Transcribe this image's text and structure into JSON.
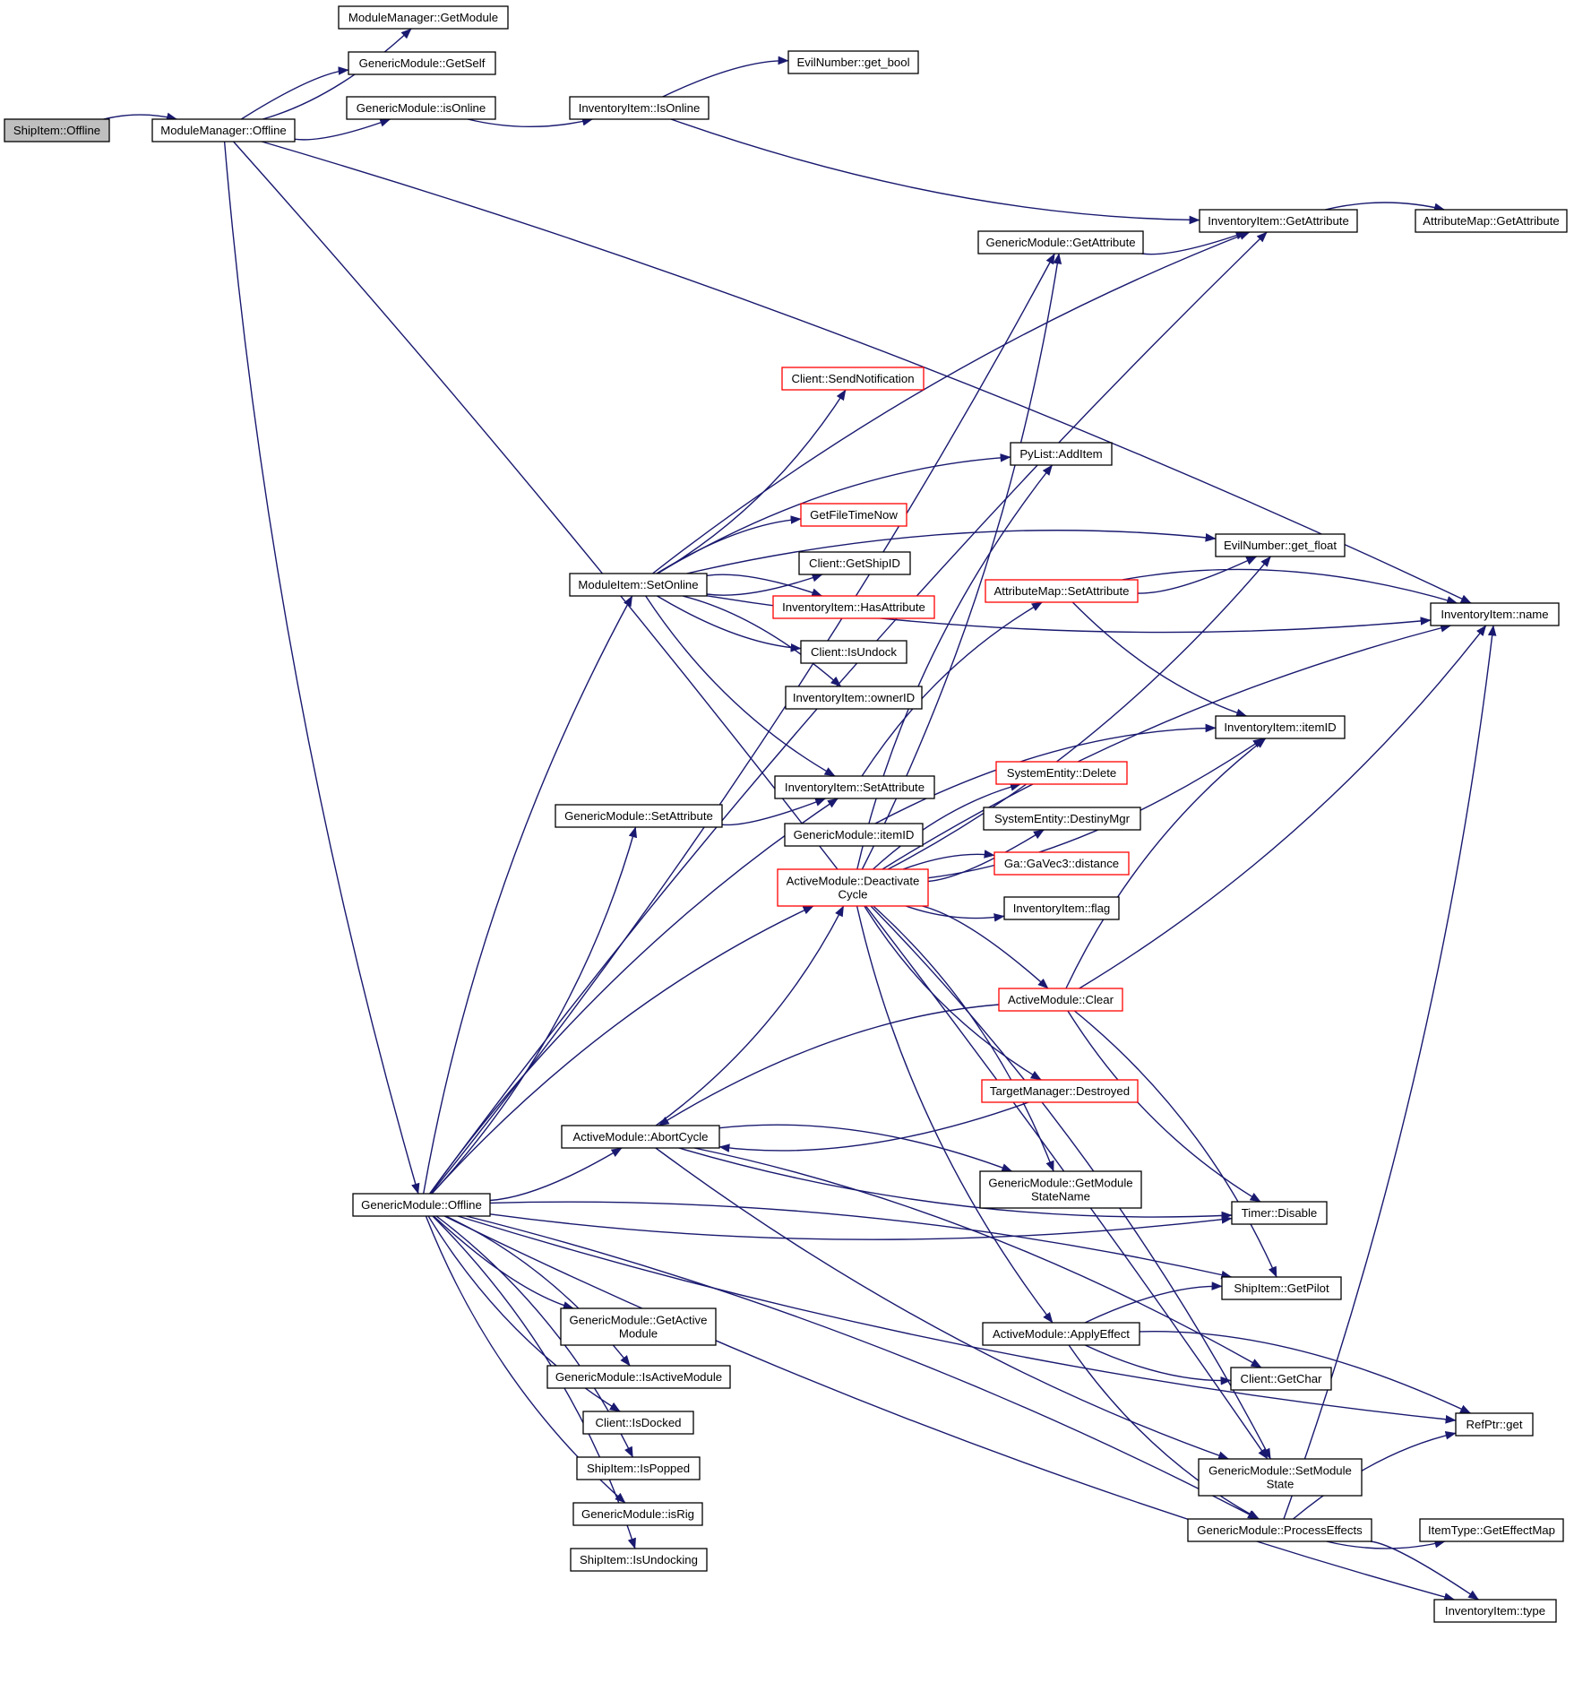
{
  "diagram": {
    "type": "call-graph",
    "colors": {
      "edge": "#191970",
      "node_border": "#000000",
      "node_highlight_border": "#ff0000",
      "root_fill": "#bfbfbf",
      "background": "#ffffff"
    },
    "nodes": [
      {
        "id": "shipitem_offline",
        "lines": [
          "ShipItem::Offline"
        ],
        "style": "root"
      },
      {
        "id": "modulemanager_offline",
        "lines": [
          "ModuleManager::Offline"
        ],
        "style": "normal"
      },
      {
        "id": "modulemanager_getmodule",
        "lines": [
          "ModuleManager::GetModule"
        ],
        "style": "normal"
      },
      {
        "id": "genericmodule_getself",
        "lines": [
          "GenericModule::GetSelf"
        ],
        "style": "normal"
      },
      {
        "id": "genericmodule_isonline",
        "lines": [
          "GenericModule::isOnline"
        ],
        "style": "normal"
      },
      {
        "id": "inventoryitem_isonline",
        "lines": [
          "InventoryItem::IsOnline"
        ],
        "style": "normal"
      },
      {
        "id": "evilnumber_get_bool",
        "lines": [
          "EvilNumber::get_bool"
        ],
        "style": "normal"
      },
      {
        "id": "inventoryitem_getattribute",
        "lines": [
          "InventoryItem::GetAttribute"
        ],
        "style": "normal"
      },
      {
        "id": "attributemap_getattribute",
        "lines": [
          "AttributeMap::GetAttribute"
        ],
        "style": "normal"
      },
      {
        "id": "genericmodule_getattribute",
        "lines": [
          "GenericModule::GetAttribute"
        ],
        "style": "normal"
      },
      {
        "id": "client_sendnotification",
        "lines": [
          "Client::SendNotification"
        ],
        "style": "red"
      },
      {
        "id": "pylist_additem",
        "lines": [
          "PyList::AddItem"
        ],
        "style": "normal"
      },
      {
        "id": "getfiletimenow",
        "lines": [
          "GetFileTimeNow"
        ],
        "style": "red"
      },
      {
        "id": "evilnumber_get_float",
        "lines": [
          "EvilNumber::get_float"
        ],
        "style": "normal"
      },
      {
        "id": "client_getshipid",
        "lines": [
          "Client::GetShipID"
        ],
        "style": "normal"
      },
      {
        "id": "moduleitem_setonline",
        "lines": [
          "ModuleItem::SetOnline"
        ],
        "style": "normal"
      },
      {
        "id": "attributemap_setattribute",
        "lines": [
          "AttributeMap::SetAttribute"
        ],
        "style": "red"
      },
      {
        "id": "inventoryitem_hasattribute",
        "lines": [
          "InventoryItem::HasAttribute"
        ],
        "style": "red"
      },
      {
        "id": "inventoryitem_name",
        "lines": [
          "InventoryItem::name"
        ],
        "style": "normal"
      },
      {
        "id": "client_isundock",
        "lines": [
          "Client::IsUndock"
        ],
        "style": "normal"
      },
      {
        "id": "inventoryitem_ownerid",
        "lines": [
          "InventoryItem::ownerID"
        ],
        "style": "normal"
      },
      {
        "id": "inventoryitem_itemid",
        "lines": [
          "InventoryItem::itemID"
        ],
        "style": "normal"
      },
      {
        "id": "systementity_delete",
        "lines": [
          "SystemEntity::Delete"
        ],
        "style": "red"
      },
      {
        "id": "inventoryitem_setattribute",
        "lines": [
          "InventoryItem::SetAttribute"
        ],
        "style": "normal"
      },
      {
        "id": "genericmodule_setattribute",
        "lines": [
          "GenericModule::SetAttribute"
        ],
        "style": "normal"
      },
      {
        "id": "systementity_destinymgr",
        "lines": [
          "SystemEntity::DestinyMgr"
        ],
        "style": "normal"
      },
      {
        "id": "genericmodule_itemid",
        "lines": [
          "GenericModule::itemID"
        ],
        "style": "normal"
      },
      {
        "id": "gavec3_distance",
        "lines": [
          "Ga::GaVec3::distance"
        ],
        "style": "red"
      },
      {
        "id": "activemodule_deactivatecycle",
        "lines": [
          "ActiveModule::Deactivate",
          "Cycle"
        ],
        "style": "red"
      },
      {
        "id": "inventoryitem_flag",
        "lines": [
          "InventoryItem::flag"
        ],
        "style": "normal"
      },
      {
        "id": "activemodule_clear",
        "lines": [
          "ActiveModule::Clear"
        ],
        "style": "red"
      },
      {
        "id": "targetmanager_destroyed",
        "lines": [
          "TargetManager::Destroyed"
        ],
        "style": "red"
      },
      {
        "id": "activemodule_abortcycle",
        "lines": [
          "ActiveModule::AbortCycle"
        ],
        "style": "normal"
      },
      {
        "id": "genericmodule_getmodulestatename",
        "lines": [
          "GenericModule::GetModule",
          "StateName"
        ],
        "style": "normal"
      },
      {
        "id": "genericmodule_offline",
        "lines": [
          "GenericModule::Offline"
        ],
        "style": "normal"
      },
      {
        "id": "timer_disable",
        "lines": [
          "Timer::Disable"
        ],
        "style": "normal"
      },
      {
        "id": "shipitem_getpilot",
        "lines": [
          "ShipItem::GetPilot"
        ],
        "style": "normal"
      },
      {
        "id": "genericmodule_getactivemodule",
        "lines": [
          "GenericModule::GetActive",
          "Module"
        ],
        "style": "normal"
      },
      {
        "id": "activemodule_applyeffect",
        "lines": [
          "ActiveModule::ApplyEffect"
        ],
        "style": "normal"
      },
      {
        "id": "genericmodule_isactivemodule",
        "lines": [
          "GenericModule::IsActiveModule"
        ],
        "style": "normal"
      },
      {
        "id": "client_getchar",
        "lines": [
          "Client::GetChar"
        ],
        "style": "normal"
      },
      {
        "id": "client_isdocked",
        "lines": [
          "Client::IsDocked"
        ],
        "style": "normal"
      },
      {
        "id": "refptr_get",
        "lines": [
          "RefPtr::get"
        ],
        "style": "normal"
      },
      {
        "id": "shipitem_ispopped",
        "lines": [
          "ShipItem::IsPopped"
        ],
        "style": "normal"
      },
      {
        "id": "genericmodule_setmodulestate",
        "lines": [
          "GenericModule::SetModule",
          "State"
        ],
        "style": "normal"
      },
      {
        "id": "genericmodule_isrig",
        "lines": [
          "GenericModule::isRig"
        ],
        "style": "normal"
      },
      {
        "id": "genericmodule_processeffects",
        "lines": [
          "GenericModule::ProcessEffects"
        ],
        "style": "normal"
      },
      {
        "id": "itemtype_geteffectmap",
        "lines": [
          "ItemType::GetEffectMap"
        ],
        "style": "normal"
      },
      {
        "id": "shipitem_isundocking",
        "lines": [
          "ShipItem::IsUndocking"
        ],
        "style": "normal"
      },
      {
        "id": "inventoryitem_type",
        "lines": [
          "InventoryItem::type"
        ],
        "style": "normal"
      }
    ],
    "edges": [
      {
        "from": "shipitem_offline",
        "to": "modulemanager_offline"
      },
      {
        "from": "modulemanager_offline",
        "to": "modulemanager_getmodule"
      },
      {
        "from": "modulemanager_offline",
        "to": "genericmodule_getself"
      },
      {
        "from": "modulemanager_offline",
        "to": "genericmodule_isonline"
      },
      {
        "from": "modulemanager_offline",
        "to": "inventoryitem_name"
      },
      {
        "from": "modulemanager_offline",
        "to": "genericmodule_offline"
      },
      {
        "from": "modulemanager_offline",
        "to": "genericmodule_setmodulestate"
      },
      {
        "from": "genericmodule_isonline",
        "to": "inventoryitem_isonline"
      },
      {
        "from": "inventoryitem_isonline",
        "to": "evilnumber_get_bool"
      },
      {
        "from": "inventoryitem_isonline",
        "to": "inventoryitem_getattribute"
      },
      {
        "from": "inventoryitem_getattribute",
        "to": "attributemap_getattribute"
      },
      {
        "from": "genericmodule_getattribute",
        "to": "inventoryitem_getattribute"
      },
      {
        "from": "genericmodule_offline",
        "to": "inventoryitem_getattribute"
      },
      {
        "from": "genericmodule_offline",
        "to": "genericmodule_getattribute"
      },
      {
        "from": "genericmodule_offline",
        "to": "moduleitem_setonline"
      },
      {
        "from": "genericmodule_offline",
        "to": "genericmodule_setattribute"
      },
      {
        "from": "genericmodule_offline",
        "to": "inventoryitem_setattribute"
      },
      {
        "from": "genericmodule_offline",
        "to": "activemodule_abortcycle"
      },
      {
        "from": "genericmodule_offline",
        "to": "activemodule_deactivatecycle"
      },
      {
        "from": "genericmodule_offline",
        "to": "timer_disable"
      },
      {
        "from": "genericmodule_offline",
        "to": "shipitem_getpilot"
      },
      {
        "from": "genericmodule_offline",
        "to": "genericmodule_getactivemodule"
      },
      {
        "from": "genericmodule_offline",
        "to": "genericmodule_isactivemodule"
      },
      {
        "from": "genericmodule_offline",
        "to": "client_isdocked"
      },
      {
        "from": "genericmodule_offline",
        "to": "shipitem_ispopped"
      },
      {
        "from": "genericmodule_offline",
        "to": "genericmodule_isrig"
      },
      {
        "from": "genericmodule_offline",
        "to": "shipitem_isundocking"
      },
      {
        "from": "genericmodule_offline",
        "to": "refptr_get"
      },
      {
        "from": "genericmodule_offline",
        "to": "genericmodule_processeffects"
      },
      {
        "from": "genericmodule_offline",
        "to": "inventoryitem_type"
      },
      {
        "from": "moduleitem_setonline",
        "to": "inventoryitem_getattribute"
      },
      {
        "from": "moduleitem_setonline",
        "to": "client_sendnotification"
      },
      {
        "from": "moduleitem_setonline",
        "to": "pylist_additem"
      },
      {
        "from": "moduleitem_setonline",
        "to": "inventoryitem_name"
      },
      {
        "from": "moduleitem_setonline",
        "to": "getfiletimenow"
      },
      {
        "from": "moduleitem_setonline",
        "to": "client_getshipid"
      },
      {
        "from": "moduleitem_setonline",
        "to": "inventoryitem_hasattribute"
      },
      {
        "from": "moduleitem_setonline",
        "to": "client_isundock"
      },
      {
        "from": "moduleitem_setonline",
        "to": "inventoryitem_ownerid"
      },
      {
        "from": "moduleitem_setonline",
        "to": "inventoryitem_setattribute"
      },
      {
        "from": "moduleitem_setonline",
        "to": "evilnumber_get_float"
      },
      {
        "from": "attributemap_setattribute",
        "to": "evilnumber_get_float"
      },
      {
        "from": "attributemap_setattribute",
        "to": "inventoryitem_name"
      },
      {
        "from": "attributemap_setattribute",
        "to": "inventoryitem_itemid"
      },
      {
        "from": "inventoryitem_setattribute",
        "to": "attributemap_setattribute"
      },
      {
        "from": "genericmodule_setattribute",
        "to": "inventoryitem_setattribute"
      },
      {
        "from": "genericmodule_itemid",
        "to": "inventoryitem_itemid"
      },
      {
        "from": "activemodule_deactivatecycle",
        "to": "genericmodule_getattribute"
      },
      {
        "from": "activemodule_deactivatecycle",
        "to": "pylist_additem"
      },
      {
        "from": "activemodule_deactivatecycle",
        "to": "evilnumber_get_float"
      },
      {
        "from": "activemodule_deactivatecycle",
        "to": "inventoryitem_name"
      },
      {
        "from": "activemodule_deactivatecycle",
        "to": "inventoryitem_itemid"
      },
      {
        "from": "activemodule_deactivatecycle",
        "to": "systementity_delete"
      },
      {
        "from": "activemodule_deactivatecycle",
        "to": "systementity_destinymgr"
      },
      {
        "from": "activemodule_deactivatecycle",
        "to": "gavec3_distance"
      },
      {
        "from": "activemodule_deactivatecycle",
        "to": "inventoryitem_flag"
      },
      {
        "from": "activemodule_deactivatecycle",
        "to": "activemodule_clear"
      },
      {
        "from": "activemodule_deactivatecycle",
        "to": "targetmanager_destroyed"
      },
      {
        "from": "activemodule_deactivatecycle",
        "to": "genericmodule_getmodulestatename"
      },
      {
        "from": "activemodule_deactivatecycle",
        "to": "activemodule_applyeffect"
      },
      {
        "from": "activemodule_deactivatecycle",
        "to": "genericmodule_setmodulestate"
      },
      {
        "from": "activemodule_clear",
        "to": "inventoryitem_name"
      },
      {
        "from": "activemodule_clear",
        "to": "inventoryitem_itemid"
      },
      {
        "from": "activemodule_clear",
        "to": "timer_disable"
      },
      {
        "from": "activemodule_clear",
        "to": "shipitem_getpilot"
      },
      {
        "from": "activemodule_clear",
        "to": "activemodule_abortcycle"
      },
      {
        "from": "targetmanager_destroyed",
        "to": "activemodule_abortcycle"
      },
      {
        "from": "activemodule_abortcycle",
        "to": "activemodule_deactivatecycle"
      },
      {
        "from": "activemodule_abortcycle",
        "to": "genericmodule_getmodulestatename"
      },
      {
        "from": "activemodule_abortcycle",
        "to": "timer_disable"
      },
      {
        "from": "activemodule_abortcycle",
        "to": "client_getchar"
      },
      {
        "from": "activemodule_abortcycle",
        "to": "genericmodule_setmodulestate"
      },
      {
        "from": "activemodule_applyeffect",
        "to": "shipitem_getpilot"
      },
      {
        "from": "activemodule_applyeffect",
        "to": "client_getchar"
      },
      {
        "from": "activemodule_applyeffect",
        "to": "refptr_get"
      },
      {
        "from": "activemodule_applyeffect",
        "to": "genericmodule_processeffects"
      },
      {
        "from": "genericmodule_processeffects",
        "to": "refptr_get"
      },
      {
        "from": "genericmodule_processeffects",
        "to": "itemtype_geteffectmap"
      },
      {
        "from": "genericmodule_processeffects",
        "to": "inventoryitem_type"
      },
      {
        "from": "genericmodule_processeffects",
        "to": "inventoryitem_name"
      }
    ]
  }
}
